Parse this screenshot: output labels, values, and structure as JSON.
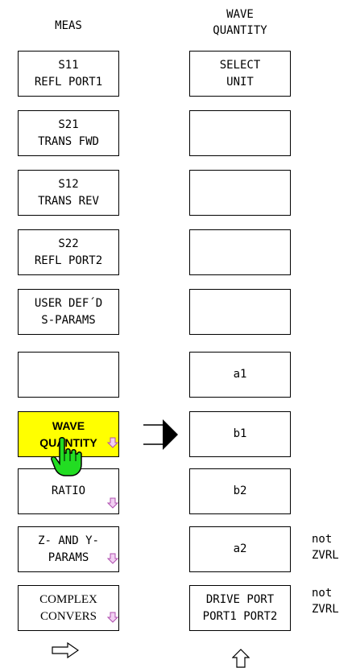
{
  "meas": {
    "title": "MEAS",
    "keys": [
      {
        "l1": "S11",
        "l2": "REFL PORT1"
      },
      {
        "l1": "S21",
        "l2": "TRANS FWD"
      },
      {
        "l1": "S12",
        "l2": "TRANS REV"
      },
      {
        "l1": "S22",
        "l2": "REFL PORT2"
      },
      {
        "l1": "USER DEF´D",
        "l2": "S-PARAMS"
      },
      {
        "l1": "",
        "l2": ""
      },
      {
        "l1": "WAVE",
        "l2": "QUANTITY"
      },
      {
        "l1": "RATIO",
        "l2": ""
      },
      {
        "l1": "Z- AND Y-",
        "l2": "PARAMS"
      },
      {
        "l1": "COMPLEX",
        "l2": "CONVERS"
      }
    ]
  },
  "wave": {
    "title_l1": "WAVE",
    "title_l2": "QUANTITY",
    "keys": [
      {
        "l1": "SELECT",
        "l2": "UNIT"
      },
      {
        "l1": "",
        "l2": ""
      },
      {
        "l1": "",
        "l2": ""
      },
      {
        "l1": "",
        "l2": ""
      },
      {
        "l1": "",
        "l2": ""
      },
      {
        "l1": "a1",
        "l2": ""
      },
      {
        "l1": "b1",
        "l2": ""
      },
      {
        "l1": "b2",
        "l2": ""
      },
      {
        "l1": "a2",
        "l2": ""
      },
      {
        "l1": "DRIVE PORT",
        "l2": "PORT1 PORT2"
      }
    ]
  },
  "notes": {
    "a2": {
      "l1": "not",
      "l2": "ZVRL"
    },
    "drive": {
      "l1": "not",
      "l2": "ZVRL"
    }
  },
  "icons": {
    "right_arrow": "right-arrow-icon",
    "next_page": "next-page-arrow-icon",
    "up_arrow": "up-arrow-icon",
    "submenu": "submenu-arrow-icon",
    "hand": "pointing-hand-icon"
  },
  "colors": {
    "active_key": "#ffff00",
    "submenu_arrow": "#cc66cc",
    "hand": "#22cc22"
  }
}
